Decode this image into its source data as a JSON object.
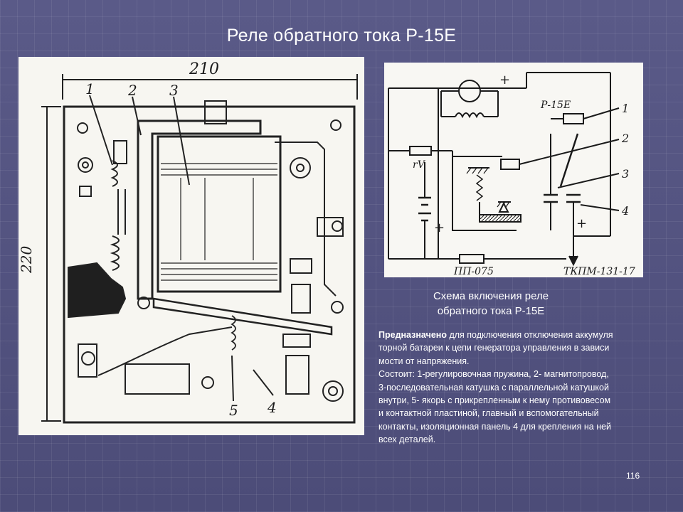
{
  "slide": {
    "title": "Реле обратного тока Р-15Е",
    "page_number": "116"
  },
  "drawing": {
    "dim_width": "210",
    "dim_height": "220",
    "callouts": [
      "1",
      "2",
      "3",
      "4",
      "5"
    ]
  },
  "schematic": {
    "relay_label": "Р-15Е",
    "resistor_label": "rV",
    "bottom_resistor_label": "ПП-075",
    "output_label": "ТКПМ-131-17",
    "plus_sign": "+",
    "callouts": [
      "1",
      "2",
      "3",
      "4"
    ]
  },
  "caption": {
    "line1": "Схема включения реле",
    "line2": "обратного тока Р-15Е"
  },
  "description": {
    "bold_lead": "Предназначено",
    "line1_rest": " для подключения отключения аккумуля",
    "line2": "торной батареи к цепи генератора управления в зависи",
    "line3": "мости от напряжения.",
    "line4": "Состоит: 1-регулировочная пружина, 2- магнитопровод,",
    "line5": "3-последовательная катушка с параллельной катушкой",
    "line6": " внутри, 5- якорь с прикрепленным к нему противовесом",
    "line7": " и контактной пластиной, главный и вспомогательный",
    "line8": "контакты, изоляционная панель 4 для крепления на ней",
    "line9": "всех деталей."
  }
}
